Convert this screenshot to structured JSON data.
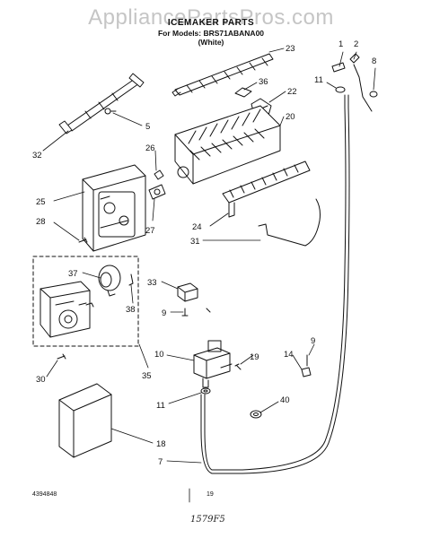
{
  "watermark": "AppliancePartsPros.com",
  "header": {
    "title": "ICEMAKER PARTS",
    "models_line": "For Models: BRS71ABANA00",
    "color_line": "(White)"
  },
  "callouts": [
    {
      "id": "c1",
      "text": "1"
    },
    {
      "id": "c2",
      "text": "2"
    },
    {
      "id": "c8",
      "text": "8"
    },
    {
      "id": "c11a",
      "text": "11"
    },
    {
      "id": "c23",
      "text": "23"
    },
    {
      "id": "c36",
      "text": "36"
    },
    {
      "id": "c22",
      "text": "22"
    },
    {
      "id": "c20",
      "text": "20"
    },
    {
      "id": "c5",
      "text": "5"
    },
    {
      "id": "c32",
      "text": "32"
    },
    {
      "id": "c26",
      "text": "26"
    },
    {
      "id": "c25",
      "text": "25"
    },
    {
      "id": "c28",
      "text": "28"
    },
    {
      "id": "c27",
      "text": "27"
    },
    {
      "id": "c24",
      "text": "24"
    },
    {
      "id": "c31",
      "text": "31"
    },
    {
      "id": "c37",
      "text": "37"
    },
    {
      "id": "c33",
      "text": "33"
    },
    {
      "id": "c38",
      "text": "38"
    },
    {
      "id": "c9a",
      "text": "9"
    },
    {
      "id": "c10",
      "text": "10"
    },
    {
      "id": "c9b",
      "text": "9"
    },
    {
      "id": "c19",
      "text": "19"
    },
    {
      "id": "c14",
      "text": "14"
    },
    {
      "id": "c30",
      "text": "30"
    },
    {
      "id": "c35",
      "text": "35"
    },
    {
      "id": "c11b",
      "text": "11"
    },
    {
      "id": "c40",
      "text": "40"
    },
    {
      "id": "c18",
      "text": "18"
    },
    {
      "id": "c7",
      "text": "7"
    }
  ],
  "footer": {
    "part_code": "4394848",
    "page": "19",
    "handwriting": "1579F5"
  }
}
